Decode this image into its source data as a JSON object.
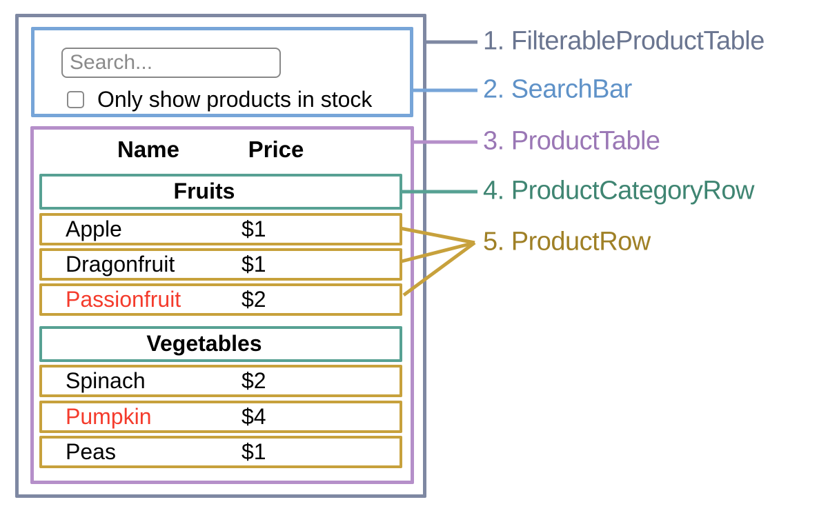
{
  "app": {
    "search_bar": {
      "search_placeholder": "Search...",
      "checkbox_label": "Only show products in stock",
      "checkbox_checked": false
    },
    "product_table": {
      "columns": [
        "Name",
        "Price"
      ],
      "sections": [
        {
          "category": "Fruits",
          "rows": [
            {
              "name": "Apple",
              "price": "$1",
              "name_color": "#000000"
            },
            {
              "name": "Dragonfruit",
              "price": "$1",
              "name_color": "#000000"
            },
            {
              "name": "Passionfruit",
              "price": "$2",
              "name_color": "#f43b2c"
            }
          ]
        },
        {
          "category": "Vegetables",
          "rows": [
            {
              "name": "Spinach",
              "price": "$2",
              "name_color": "#000000"
            },
            {
              "name": "Pumpkin",
              "price": "$4",
              "name_color": "#f43b2c"
            },
            {
              "name": "Peas",
              "price": "$1",
              "name_color": "#000000"
            }
          ]
        }
      ]
    }
  },
  "annotations": [
    {
      "label": "1. FilterableProductTable",
      "color": "#6a7590"
    },
    {
      "label": "2. SearchBar",
      "color": "#5f92c8"
    },
    {
      "label": "3. ProductTable",
      "color": "#9a77b5"
    },
    {
      "label": "4. ProductCategoryRow",
      "color": "#3f8572"
    },
    {
      "label": "5. ProductRow",
      "color": "#9f8026"
    }
  ],
  "colors": {
    "outer_border": "#7e88a2",
    "search_bar_border": "#77a5d8",
    "product_table_border": "#b58fc9",
    "category_row_border": "#57a193",
    "product_row_border": "#c7a13c",
    "out_of_stock_text": "#f43b2c"
  }
}
